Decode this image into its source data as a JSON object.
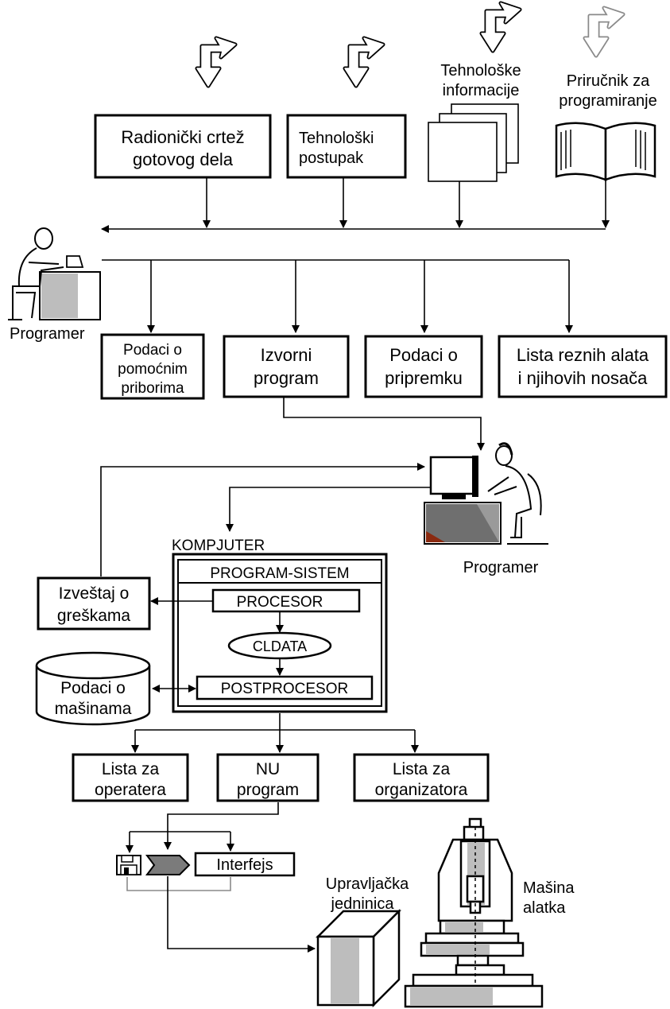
{
  "inputs": {
    "drawing": [
      "Radionički crtež",
      "gotovog dela"
    ],
    "process": [
      "Tehnološki",
      "postupak"
    ],
    "tech_info": [
      "Tehnološke",
      "informacije"
    ],
    "manual": [
      "Priručnik za",
      "programiranje"
    ]
  },
  "programmer_top_label": "Programer",
  "outputs": {
    "fixtures": [
      "Podaci o",
      "pomoćnim",
      "priborima"
    ],
    "source": [
      "Izvorni",
      "program"
    ],
    "workpiece": [
      "Podaci  o",
      "pripremku"
    ],
    "tools": [
      "Lista reznih alata",
      "i njihovih nosača"
    ]
  },
  "programmer_right_label": "Programer",
  "computer": {
    "title": "KOMPJUTER",
    "system": "PROGRAM-SISTEM",
    "processor": "PROCESOR",
    "cldata": "CLDATA",
    "postprocessor": "POSTPROCESOR"
  },
  "errors": [
    "Izveštaj o",
    "greškama"
  ],
  "machines_db": [
    "Podaci o",
    "mašinama"
  ],
  "lists": {
    "operator": [
      "Lista za",
      "operatera"
    ],
    "nc_program": [
      "NU",
      "program"
    ],
    "organizer": [
      "Lista za",
      "organizatora"
    ]
  },
  "interface_label": "Interfejs",
  "control_unit": [
    "Upravljačka",
    "jedninica"
  ],
  "machine_tool": [
    "Mašina",
    "alatka"
  ]
}
